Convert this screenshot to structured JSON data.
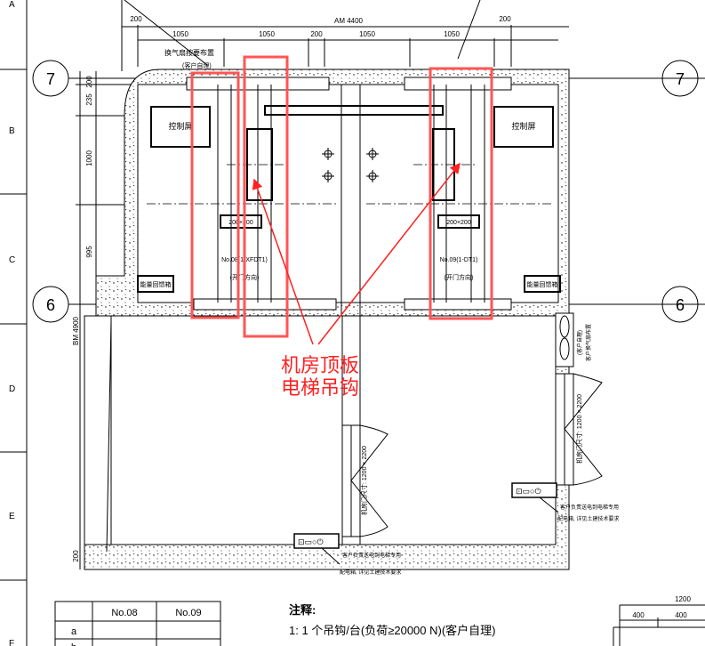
{
  "grid_rows": [
    "A",
    "B",
    "C",
    "D",
    "E",
    "F"
  ],
  "grid_axes": {
    "top_left": "7",
    "top_right": "7",
    "bottom_left": "6",
    "bottom_right": "6"
  },
  "dimensions": {
    "top_total": "AM 4400",
    "top_left_200": "200",
    "top_right_200": "200",
    "seg1": "1050",
    "seg2": "1050",
    "seg_mid": "200",
    "seg3": "1050",
    "seg4": "1050",
    "left_200": "200",
    "left_235": "235",
    "left_1000": "1000",
    "left_995": "995",
    "left_total": "BM 4900",
    "left_bottom_200": "200",
    "br_total": "1200",
    "br_a": "400",
    "br_b": "400"
  },
  "labels": {
    "vent": "换气扇按要布置",
    "vent_note": "(客户自理)",
    "control_left": "控制屏",
    "control_right": "控制屏",
    "hole_left": "200×200",
    "hole_right": "200×200",
    "elev_left": "No.08(1-XFDT1)",
    "elev_right": "No.09(1-DT1)",
    "door_dir_left": "(开门方向)",
    "door_dir_right": "(开门方向)",
    "energy_left": "能量回馈箱",
    "energy_right": "能量回馈箱",
    "door_size_left": "机房门尺寸: 1200 × 2200",
    "door_size_right": "机房门尺寸: 1200 × 2200",
    "vent_right": "客户换气扇布置",
    "vent_right_note": "(客户自理)",
    "power_left_1": "客户负责送电到电梯专用",
    "power_left_2": "配电箱, 详见土建技术要求",
    "power_right_1": "客户负责送电到电梯专用",
    "power_right_2": "配电箱, 详见土建技术要求"
  },
  "annotation": {
    "line1": "机房顶板",
    "line2": "电梯吊钩",
    "color": "#ff2020"
  },
  "table": {
    "headers": [
      "",
      "No.08",
      "No.09"
    ],
    "rows": [
      [
        "a",
        "",
        ""
      ],
      [
        "b",
        "",
        ""
      ]
    ]
  },
  "notes": {
    "title": "注释:",
    "item1": "1: 1 个吊钩/台(负荷≥20000 N)(客户自理)"
  }
}
